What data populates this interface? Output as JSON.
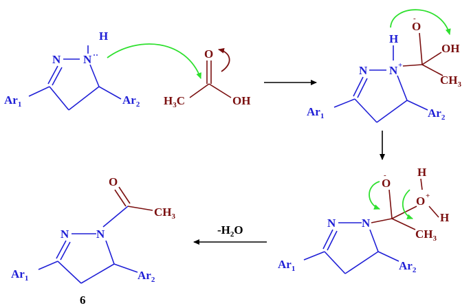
{
  "colors": {
    "pyrazoline": "#1f1fd6",
    "acid": "#7a0f0f",
    "curved_arrow_green": "#2ee02e",
    "curved_arrow_red": "#7a0f0f",
    "reaction_arrow": "#000000"
  },
  "structure1": {
    "h": "H",
    "n1": "N",
    "n2": "N",
    "lone_pair": "··",
    "ar1": "Ar",
    "ar1_sub": "1",
    "ar2": "Ar",
    "ar2_sub": "2"
  },
  "acetic_acid": {
    "o": "O",
    "ch3": "H",
    "ch3_sub": "3",
    "ch3_c": "C",
    "oh": "OH"
  },
  "structure2": {
    "h": "H",
    "n1": "N",
    "n2": "N",
    "plus": "+",
    "o_minus": "O",
    "minus": "-",
    "oh": "OH",
    "ch3": "CH",
    "ch3_sub": "3",
    "ar1": "Ar",
    "ar1_sub": "1",
    "ar2": "Ar",
    "ar2_sub": "2"
  },
  "structure3": {
    "n1": "N",
    "n2": "N",
    "o_minus": "O",
    "minus": "-",
    "o_plus": "O",
    "plus": "+",
    "h_top": "H",
    "h_bottom": "H",
    "ch3": "CH",
    "ch3_sub": "3",
    "ar1": "Ar",
    "ar1_sub": "1",
    "ar2": "Ar",
    "ar2_sub": "2"
  },
  "product": {
    "n1": "N",
    "n2": "N",
    "o": "O",
    "ch3": "CH",
    "ch3_sub": "3",
    "ar1": "Ar",
    "ar1_sub": "1",
    "ar2": "Ar",
    "ar2_sub": "2",
    "number": "6"
  },
  "arrows": {
    "elimination_label": "-H",
    "elimination_sub": "2",
    "elimination_o": "O"
  }
}
